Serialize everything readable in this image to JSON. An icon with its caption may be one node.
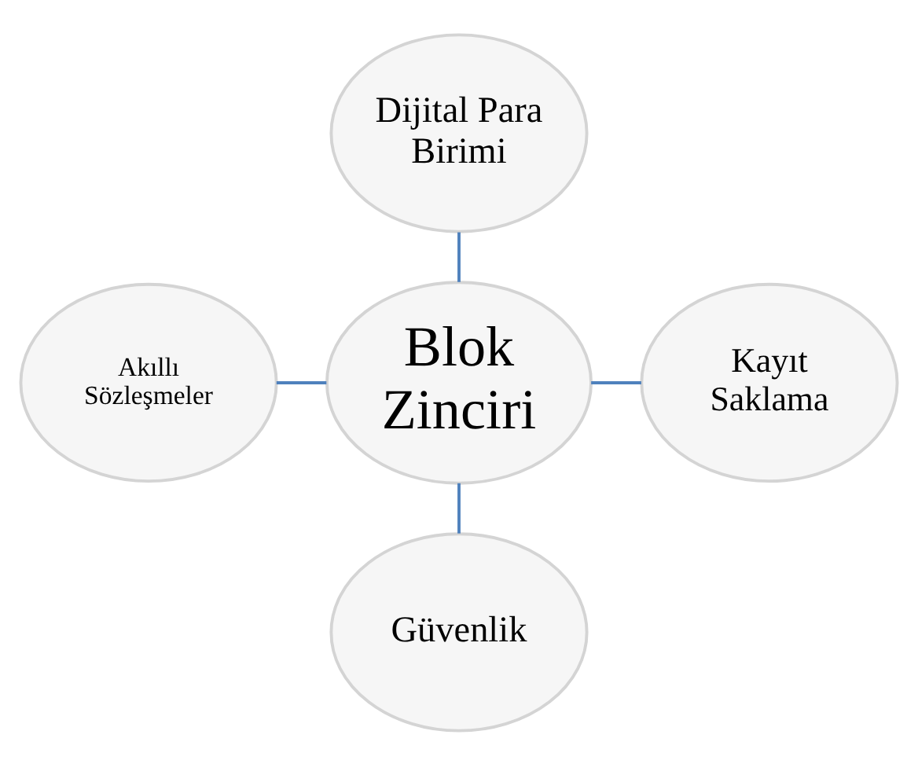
{
  "diagram": {
    "nodes": [
      {
        "text": [
          "Dijital Para Birimi"
        ]
      },
      {
        "text": [
          "Akıllı Sözleşmeler"
        ]
      },
      {
        "text": [
          "Blok Zinciri"
        ]
      },
      {
        "text": [
          "Kayıt Saklama"
        ]
      },
      {
        "text": [
          "Güvenlik"
        ]
      }
    ],
    "edges": [
      {
        "from": 0,
        "to": 2,
        "arrow": "none",
        "color": "#4f81bd"
      },
      {
        "from": 1,
        "to": 2,
        "arrow": "none",
        "color": "#4f81bd"
      },
      {
        "from": 2,
        "to": 3,
        "arrow": "none",
        "color": "#4f81bd"
      },
      {
        "from": 2,
        "to": 4,
        "arrow": "none",
        "color": "#4f81bd"
      }
    ]
  }
}
